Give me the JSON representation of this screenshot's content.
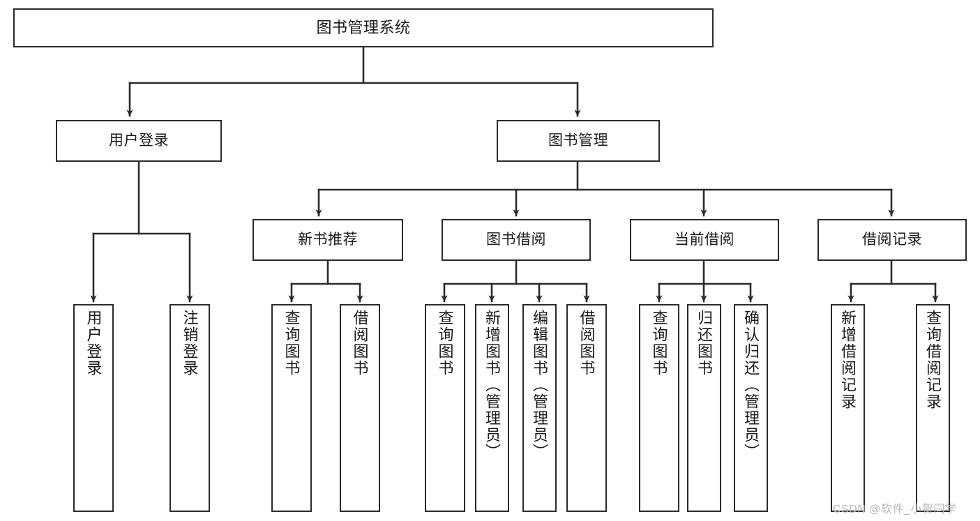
{
  "diagram": {
    "title": "图书管理系统",
    "type": "functional-structure-tree",
    "colors": {
      "box_border": "#2b2b2b",
      "box_fill": "#ffffff",
      "edge": "#2b2b2b",
      "text": "#1a1a1a",
      "watermark": "#b9b9b9",
      "background": "#ffffff"
    }
  },
  "nodes": {
    "root": {
      "label": "图书管理系统"
    },
    "level2": [
      {
        "id": "user-login",
        "label": "用户登录"
      },
      {
        "id": "book-manage",
        "label": "图书管理"
      }
    ],
    "level3": [
      {
        "id": "new-book-recommend",
        "label": "新书推荐"
      },
      {
        "id": "book-borrow",
        "label": "图书借阅"
      },
      {
        "id": "current-borrow",
        "label": "当前借阅"
      },
      {
        "id": "borrow-record",
        "label": "借阅记录"
      }
    ],
    "leaves": {
      "user-login": [
        {
          "id": "leaf-user-login",
          "label": "用户登录"
        },
        {
          "id": "leaf-user-logout",
          "label": "注销登录"
        }
      ],
      "new-book-recommend": [
        {
          "id": "leaf-query-book-1",
          "label": "查询图书"
        },
        {
          "id": "leaf-borrow-book-1",
          "label": "借阅图书"
        }
      ],
      "book-borrow": [
        {
          "id": "leaf-query-book-2",
          "label": "查询图书"
        },
        {
          "id": "leaf-add-book",
          "label": "新增图书（管理员）"
        },
        {
          "id": "leaf-edit-book",
          "label": "编辑图书（管理员）"
        },
        {
          "id": "leaf-borrow-book-2",
          "label": "借阅图书"
        }
      ],
      "current-borrow": [
        {
          "id": "leaf-query-book-3",
          "label": "查询图书"
        },
        {
          "id": "leaf-return-book",
          "label": "归还图书"
        },
        {
          "id": "leaf-confirm-return",
          "label": "确认归还（管理员）"
        }
      ],
      "borrow-record": [
        {
          "id": "leaf-add-record",
          "label": "新增借阅记录"
        },
        {
          "id": "leaf-query-record",
          "label": "查询借阅记录"
        }
      ]
    }
  },
  "watermark": {
    "text": "CSDN @软件_小贺同学"
  }
}
